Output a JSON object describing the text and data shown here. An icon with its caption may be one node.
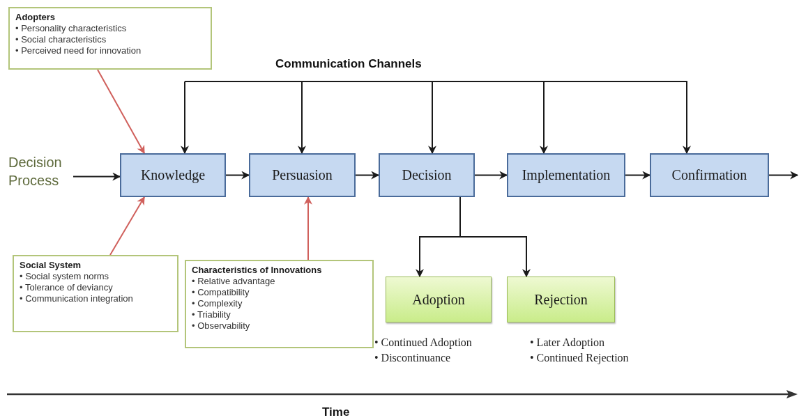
{
  "diagram": {
    "nodes": [
      {
        "text": [
          "Adopters",
          "• Personality characteristics",
          "• Social characteristics",
          "• Perceived need for innovation"
        ]
      },
      {
        "text": [
          "Decision Process"
        ]
      },
      {
        "text": [
          "Knowledge"
        ]
      },
      {
        "text": [
          "Persuasion"
        ]
      },
      {
        "text": [
          "Decision"
        ]
      },
      {
        "text": [
          "Implementation"
        ]
      },
      {
        "text": [
          "Confirmation"
        ]
      },
      {
        "text": [
          "Social System",
          "• Social system norms",
          "• Tolerance of deviancy",
          "• Communication integration"
        ]
      },
      {
        "text": [
          "Characteristics of Innovations",
          "• Relative advantage",
          "• Compatibility",
          "• Complexity",
          "• Triability",
          "• Observability"
        ]
      },
      {
        "text": [
          "Adoption"
        ],
        "beside": [
          "• Continued Adoption",
          "• Discontinuance"
        ]
      },
      {
        "text": [
          "Rejection"
        ],
        "beside": [
          "• Later Adoption",
          "• Continued Rejection"
        ]
      }
    ],
    "edges": [
      {
        "from": 1,
        "to": 2,
        "arrow": "to"
      },
      {
        "from": 2,
        "to": 3,
        "arrow": "to"
      },
      {
        "from": 3,
        "to": 4,
        "arrow": "to"
      },
      {
        "from": 4,
        "to": 5,
        "arrow": "to"
      },
      {
        "from": 5,
        "to": 6,
        "arrow": "to"
      },
      {
        "from": 6,
        "to": null,
        "arrow": "to"
      },
      {
        "from": 0,
        "to": 2,
        "arrow": "to",
        "color": "#d0605c"
      },
      {
        "from": 7,
        "to": 2,
        "arrow": "to",
        "color": "#d0605c"
      },
      {
        "from": 8,
        "to": 3,
        "arrow": "to",
        "color": "#d0605c"
      },
      {
        "from": null,
        "to": 2,
        "arrow": "to"
      },
      {
        "from": null,
        "to": 3,
        "arrow": "to"
      },
      {
        "from": null,
        "to": 4,
        "arrow": "to"
      },
      {
        "from": null,
        "to": 5,
        "arrow": "to"
      },
      {
        "from": null,
        "to": 6,
        "arrow": "to"
      },
      {
        "from": 4,
        "to": 9,
        "arrow": "to"
      },
      {
        "from": 4,
        "to": 10,
        "arrow": "to"
      }
    ],
    "labels": [
      "Communication Channels",
      "Time"
    ]
  }
}
